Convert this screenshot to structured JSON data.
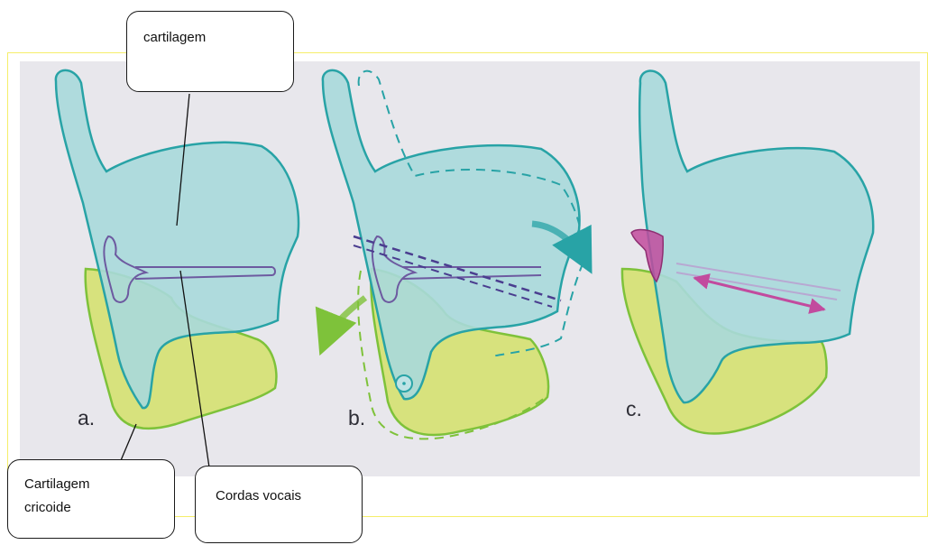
{
  "callouts": {
    "top": "cartilagem",
    "bottom_left_line1": "Cartilagem",
    "bottom_left_line2": "cricoide",
    "bottom_right": "Cordas vocais"
  },
  "panels": {
    "a": "a.",
    "b": "b.",
    "c": "c."
  },
  "colors": {
    "thyroid_fill": "#a9d9dc",
    "thyroid_stroke": "#28a3a6",
    "cricoid_fill": "#d3e06a",
    "cricoid_stroke": "#7ec23a",
    "arytenoid_pink": "#c24b9e",
    "cord_purple": "#6d5aa0",
    "frame_yellow": "#f5ee6a"
  }
}
